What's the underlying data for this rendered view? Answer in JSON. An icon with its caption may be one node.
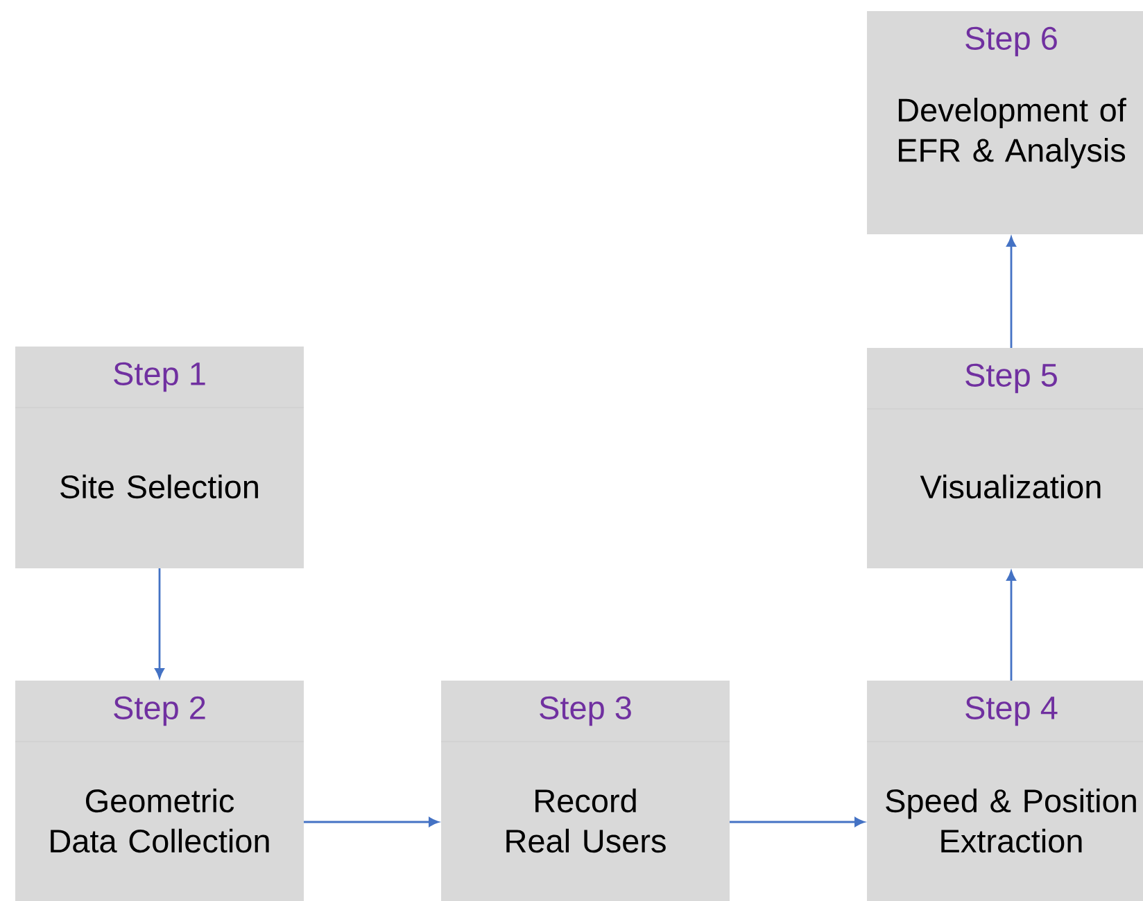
{
  "diagram": {
    "nodes": [
      {
        "text": [
          "Step 1",
          "Site Selection"
        ]
      },
      {
        "text": [
          "Step 2",
          "Geometric Data Collection"
        ]
      },
      {
        "text": [
          "Step 3",
          "Record Real Users"
        ]
      },
      {
        "text": [
          "Step 4",
          "Speed & Position Extraction"
        ]
      },
      {
        "text": [
          "Step 5",
          "Visualization"
        ]
      },
      {
        "text": [
          "Step 6",
          "Development of EFR & Analysis"
        ]
      }
    ],
    "edges": [
      {
        "from": 0,
        "to": 1,
        "arrow": "to"
      },
      {
        "from": 1,
        "to": 2,
        "arrow": "to"
      },
      {
        "from": 2,
        "to": 3,
        "arrow": "to"
      },
      {
        "from": 3,
        "to": 4,
        "arrow": "to"
      },
      {
        "from": 4,
        "to": 5,
        "arrow": "to"
      }
    ]
  }
}
